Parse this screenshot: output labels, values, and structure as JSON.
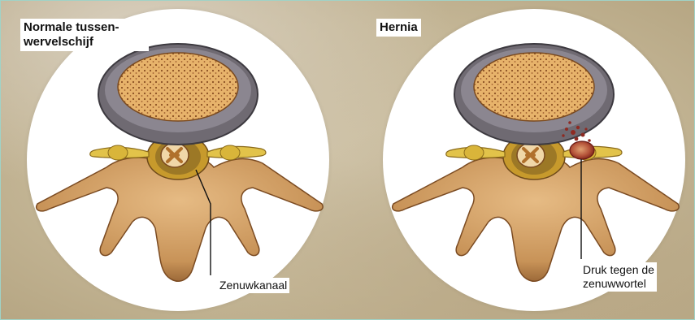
{
  "panels": {
    "left": {
      "title": "Normale tussen-\nwervelschijf",
      "label": "Zenuwkanaal"
    },
    "right": {
      "title": "Hernia",
      "label": "Druk tegen de\nzenuwwortel"
    }
  },
  "colors": {
    "background": "#c4b696",
    "disc_ring": "#6f6a72",
    "disc_core": "#e8b46a",
    "bone": "#d3a36a",
    "bone_shadow": "#9c6b3a",
    "nerve": "#e2c34a",
    "herniation": "#8e2a22",
    "border": "#9fd3c7"
  }
}
